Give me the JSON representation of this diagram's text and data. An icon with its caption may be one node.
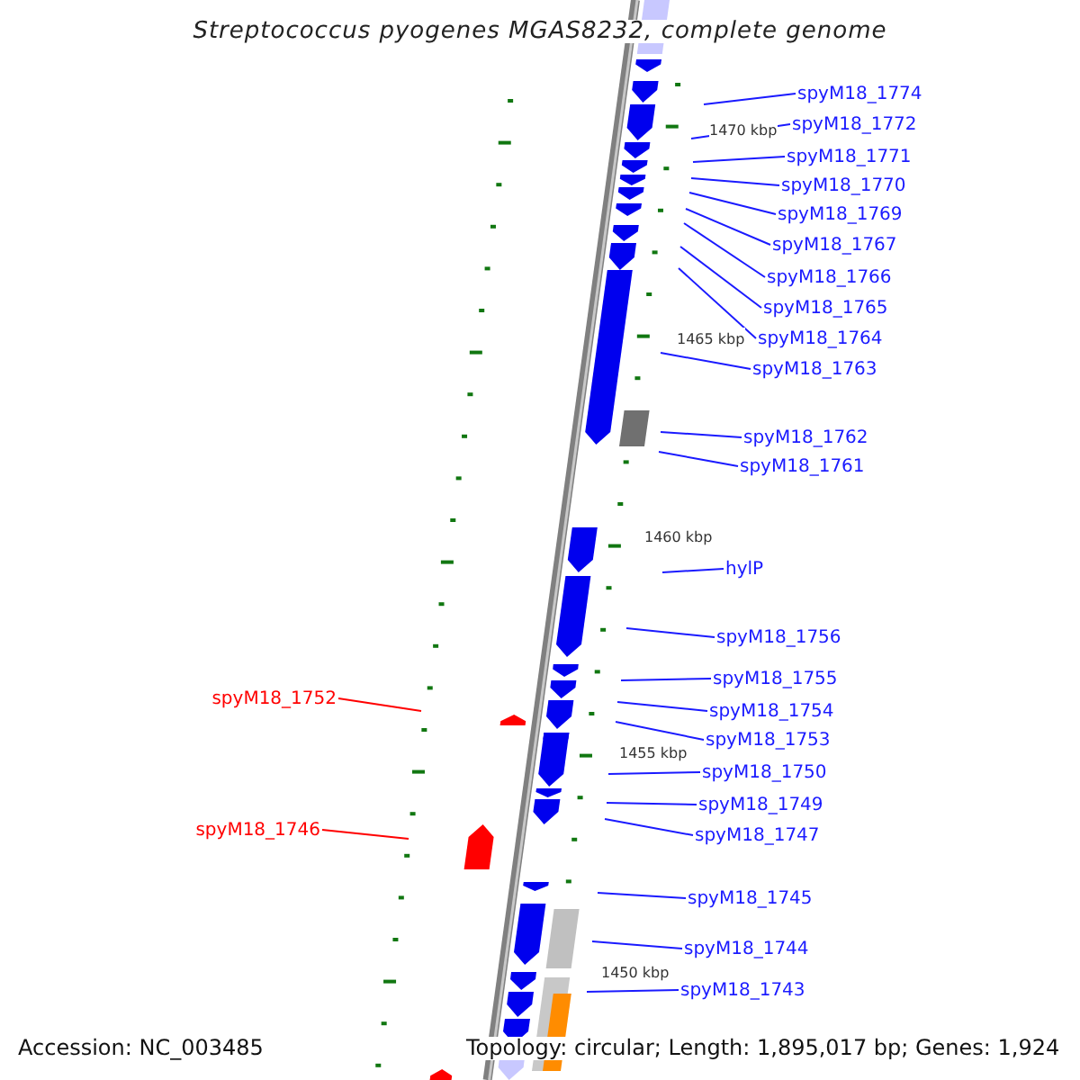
{
  "diagram": {
    "title": "Streptococcus pyogenes MGAS8232, complete genome",
    "nodes": [
      {
        "text": [
          "spyM18_1774"
        ]
      },
      {
        "text": [
          "spyM18_1772"
        ]
      },
      {
        "text": [
          "spyM18_1771"
        ]
      },
      {
        "text": [
          "spyM18_1770"
        ]
      },
      {
        "text": [
          "spyM18_1769"
        ]
      },
      {
        "text": [
          "spyM18_1767"
        ]
      },
      {
        "text": [
          "spyM18_1766"
        ]
      },
      {
        "text": [
          "spyM18_1765"
        ]
      },
      {
        "text": [
          "spyM18_1764"
        ]
      },
      {
        "text": [
          "spyM18_1763"
        ]
      },
      {
        "text": [
          "spyM18_1762"
        ]
      },
      {
        "text": [
          "spyM18_1761"
        ]
      },
      {
        "text": [
          "hylP"
        ]
      },
      {
        "text": [
          "spyM18_1756"
        ]
      },
      {
        "text": [
          "spyM18_1755"
        ]
      },
      {
        "text": [
          "spyM18_1754"
        ]
      },
      {
        "text": [
          "spyM18_1753"
        ]
      },
      {
        "text": [
          "spyM18_1752"
        ]
      },
      {
        "text": [
          "spyM18_1750"
        ]
      },
      {
        "text": [
          "spyM18_1749"
        ]
      },
      {
        "text": [
          "spyM18_1747"
        ]
      },
      {
        "text": [
          "spyM18_1746"
        ]
      },
      {
        "text": [
          "spyM18_1745"
        ]
      },
      {
        "text": [
          "spyM18_1744"
        ]
      },
      {
        "text": [
          "spyM18_1743"
        ]
      }
    ],
    "edges": [
      {
        "from": 0,
        "to": null,
        "arrow": "none"
      },
      {
        "from": 1,
        "to": null,
        "arrow": "none"
      },
      {
        "from": 2,
        "to": null,
        "arrow": "none"
      },
      {
        "from": 3,
        "to": null,
        "arrow": "none"
      },
      {
        "from": 4,
        "to": null,
        "arrow": "none"
      },
      {
        "from": 5,
        "to": null,
        "arrow": "none"
      },
      {
        "from": 6,
        "to": null,
        "arrow": "none"
      },
      {
        "from": 7,
        "to": null,
        "arrow": "none"
      },
      {
        "from": 8,
        "to": null,
        "arrow": "none"
      },
      {
        "from": 9,
        "to": null,
        "arrow": "none"
      },
      {
        "from": 10,
        "to": null,
        "arrow": "none"
      },
      {
        "from": 11,
        "to": null,
        "arrow": "none"
      },
      {
        "from": 12,
        "to": null,
        "arrow": "none"
      },
      {
        "from": 13,
        "to": null,
        "arrow": "none"
      },
      {
        "from": 14,
        "to": null,
        "arrow": "none"
      },
      {
        "from": 15,
        "to": null,
        "arrow": "none"
      },
      {
        "from": 16,
        "to": null,
        "arrow": "none"
      },
      {
        "from": 17,
        "to": null,
        "arrow": "none",
        "color": "#ff0000"
      },
      {
        "from": 18,
        "to": null,
        "arrow": "none"
      },
      {
        "from": 19,
        "to": null,
        "arrow": "none"
      },
      {
        "from": 20,
        "to": null,
        "arrow": "none"
      },
      {
        "from": 21,
        "to": null,
        "arrow": "none",
        "color": "#ff0000"
      },
      {
        "from": 22,
        "to": null,
        "arrow": "none"
      },
      {
        "from": 23,
        "to": null,
        "arrow": "none"
      },
      {
        "from": 24,
        "to": null,
        "arrow": "none"
      }
    ],
    "labels": [
      "1470 kbp",
      "1465 kbp",
      "1460 kbp",
      "1455 kbp",
      "1450 kbp",
      "Accession: NC_003485",
      "Topology: circular; Length: 1,895,017 bp; Genes: 1,924"
    ]
  }
}
